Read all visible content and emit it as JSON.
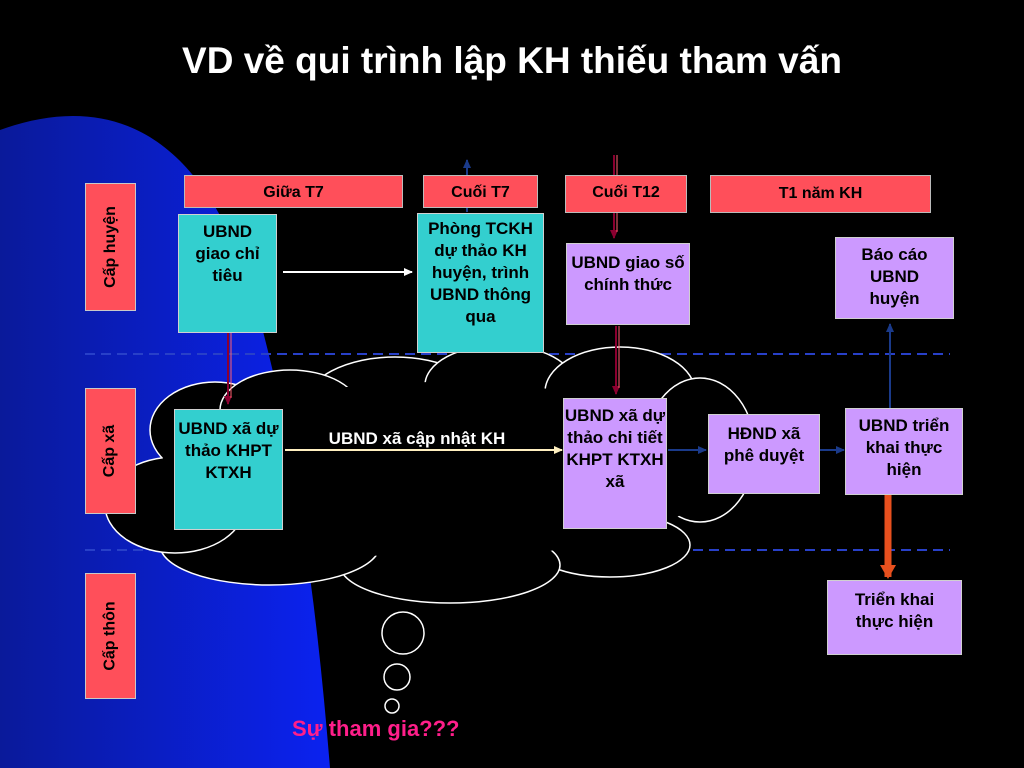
{
  "title": "VD về qui trình lập KH thiếu tham vấn",
  "levels": {
    "huyen": "Cấp huyện",
    "xa": "Cấp xã",
    "thon": "Cấp thôn"
  },
  "timeline": {
    "t1": "Giữa T7",
    "t2": "Cuối T7",
    "t3": "Cuối T12",
    "t4": "T1 năm KH"
  },
  "boxes": {
    "ubnd_giao_chi_tieu": "UBND giao chỉ tiêu",
    "phong_tckh": "Phòng TCKH dự thảo KH huyện, trình UBND thông qua",
    "ubnd_giao_so_chinh_thuc": "UBND giao số chính thức",
    "bao_cao_ubnd_huyen": "Báo cáo UBND huyện",
    "ubnd_xa_du_thao_khpt": "UBND xã dự thảo KHPT KTXH",
    "ubnd_xa_du_thao_chi_tiet": "UBND xã dự thảo chi tiết KHPT KTXH xã",
    "hdnd_xa_phe_duyet": "HĐND xã phê duyệt",
    "ubnd_trien_khai": "UBND triển khai thực hiện",
    "trien_khai_thuc_hien": "Triển khai thực hiện"
  },
  "arrow_label": "UBND xã cập nhật KH",
  "question": "Sự tham gia???",
  "colors": {
    "background": "#000000",
    "blue_shape": "#0b1fe0",
    "header_red": "#ff4f5a",
    "cyan_box": "#33cfcf",
    "violet_box": "#cc99ff",
    "question_pink": "#ff1e8a",
    "dashed_line": "#2840c8",
    "arrow_dark_red": "#8b0030",
    "arrow_navy": "#1a3a8a",
    "arrow_orange": "#e8501e"
  }
}
